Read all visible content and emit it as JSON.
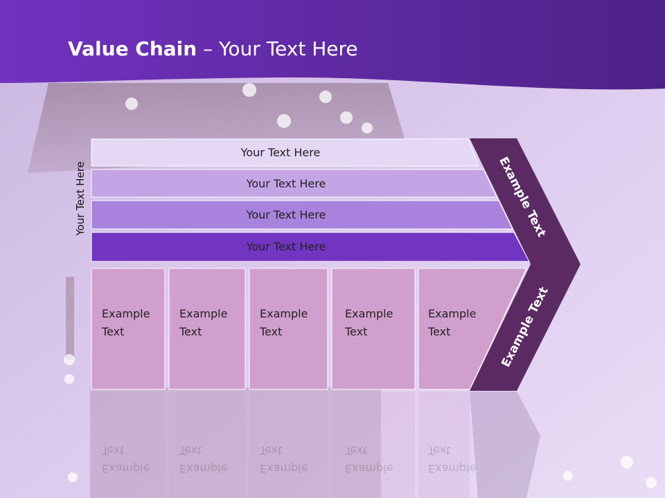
{
  "slide": {
    "title_bold": "Value Chain",
    "title_rest": " – Your Text Here",
    "vertical_label": "Your Text Here"
  },
  "bands": [
    {
      "label": "Your Text Here"
    },
    {
      "label": "Your Text Here"
    },
    {
      "label": "Your Text Here"
    },
    {
      "label": "Your Text Here"
    }
  ],
  "columns": [
    {
      "line1": "Example",
      "line2": "Text"
    },
    {
      "line1": "Example",
      "line2": "Text"
    },
    {
      "line1": "Example",
      "line2": "Text"
    },
    {
      "line1": "Example",
      "line2": "Text"
    },
    {
      "line1": "Example",
      "line2": "Text"
    }
  ],
  "arrow": {
    "upper_label": "Example Text",
    "lower_label": "Example Text"
  },
  "colors": {
    "header": "#5b2a98",
    "band1": "#e4d8f5",
    "band2": "#c3a5e6",
    "band3": "#a982dd",
    "band4": "#7135c2",
    "column": "#d19fcd",
    "arrow": "#5b2a63"
  }
}
